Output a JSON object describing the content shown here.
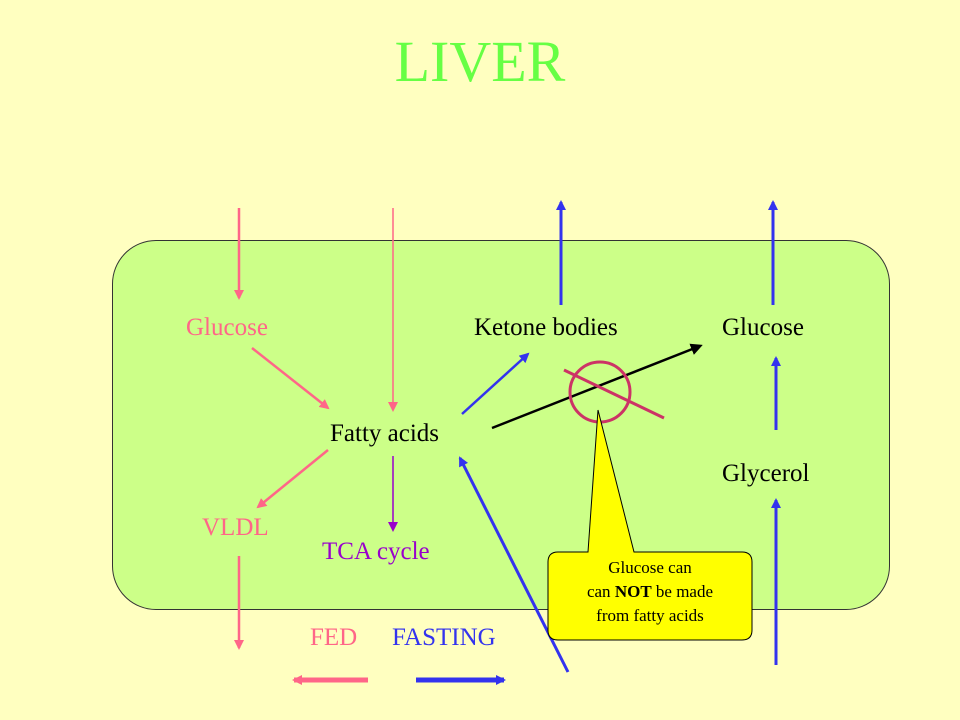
{
  "title": "LIVER",
  "labels": {
    "glucose_left": "Glucose",
    "ketone_bodies": "Ketone bodies",
    "glucose_right": "Glucose",
    "fatty_acids": "Fatty acids",
    "glycerol": "Glycerol",
    "vldl": "VLDL",
    "tca_cycle": "TCA cycle"
  },
  "callout": {
    "line1": "Glucose can",
    "line2_pre": "can ",
    "line2_bold": "NOT",
    "line2_post": " be made",
    "line3": "from fatty acids"
  },
  "legend": {
    "fed": "FED",
    "fasting": "FASTING"
  },
  "colors": {
    "title": "#66ff44",
    "cell_fill": "#ccff88",
    "fed": "#ff6688",
    "fasting": "#3333ee",
    "tca": "#9900cc",
    "block_circle": "#cc3366",
    "callout_fill": "#ffff00"
  }
}
